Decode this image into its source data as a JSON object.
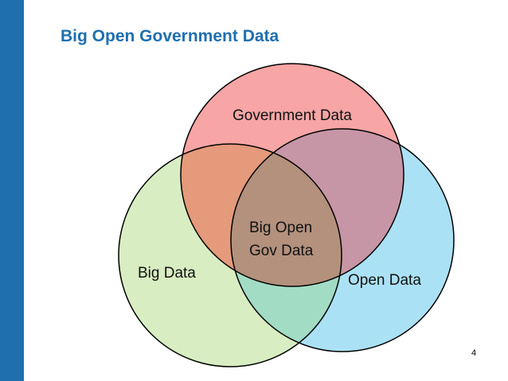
{
  "slide": {
    "title": "Big Open Government Data",
    "page_number": "4"
  },
  "venn": {
    "sets": [
      {
        "id": "government",
        "label": "Government Data",
        "color": "#f7a5a5"
      },
      {
        "id": "big",
        "label": "Big Data",
        "color": "#d8edc2"
      },
      {
        "id": "open",
        "label": "Open Data",
        "color": "#abe1f5"
      }
    ],
    "intersection": {
      "line1": "Big Open",
      "line2": "Gov Data"
    }
  },
  "colors": {
    "accent_bar": "#1f6faf",
    "title": "#1f6faf",
    "outline": "#000000"
  }
}
